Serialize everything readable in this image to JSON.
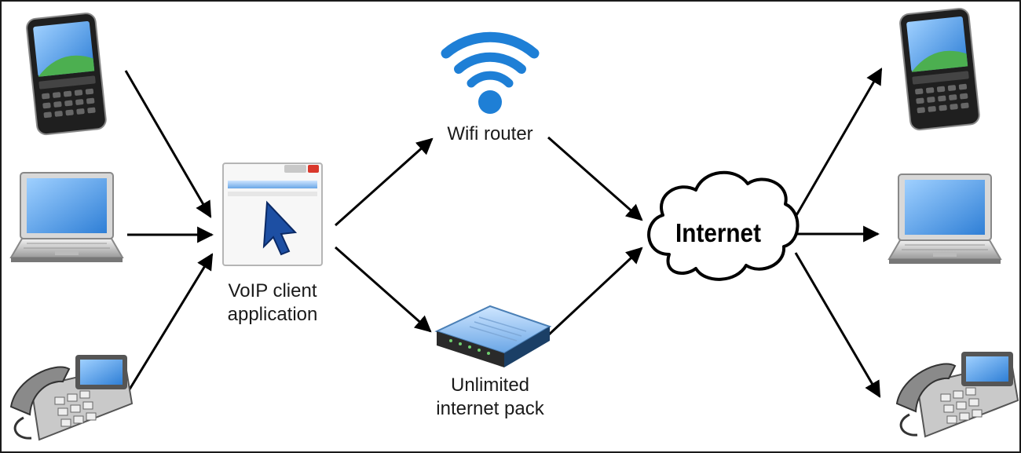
{
  "nodes": {
    "voip": {
      "label_line1": "VoIP client",
      "label_line2": "application"
    },
    "wifi": {
      "label": "Wifi router"
    },
    "modem": {
      "label_line1": "Unlimited",
      "label_line2": "internet pack"
    },
    "cloud": {
      "label": "Internet"
    }
  },
  "icons": {
    "left": [
      "smartphone-icon",
      "laptop-icon",
      "desk-phone-icon"
    ],
    "right": [
      "smartphone-icon",
      "laptop-icon",
      "desk-phone-icon"
    ],
    "center": [
      "app-window-icon",
      "wifi-icon",
      "modem-icon",
      "cloud-icon"
    ]
  },
  "colors": {
    "arrow": "#000000",
    "wifi": "#1e7fd6",
    "screen": "#3b8de0",
    "device_body": "#2b2b2b",
    "cloud_fill": "#ffffff"
  }
}
